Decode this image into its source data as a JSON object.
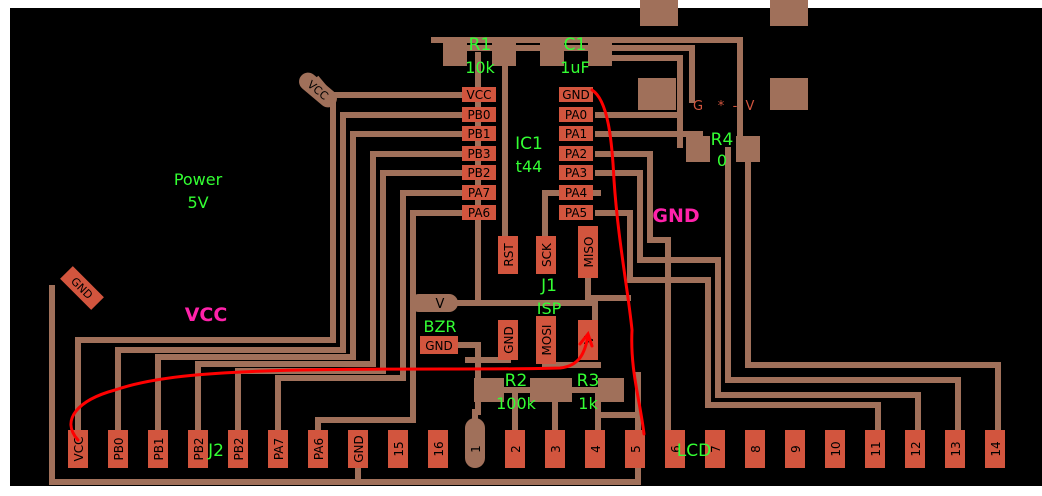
{
  "components": {
    "r1": {
      "ref": "R1",
      "value": "10k"
    },
    "c1": {
      "ref": "C1",
      "value": "1uF"
    },
    "ic1": {
      "ref": "IC1",
      "value": "t44"
    },
    "r4": {
      "ref": "R4",
      "value": "0"
    },
    "j1": {
      "ref": "J1",
      "value": "ISP"
    },
    "r2": {
      "ref": "R2",
      "value": "100k"
    },
    "r3": {
      "ref": "R3",
      "value": "1k"
    },
    "bzr": {
      "ref": "BZR",
      "pin_v": "V",
      "pin_gnd": "GND"
    },
    "j2": {
      "ref": "J2"
    },
    "lcd": {
      "ref": "LCD"
    }
  },
  "ic_pins": {
    "left": [
      "VCC",
      "PB0",
      "PB1",
      "PB3",
      "PB2",
      "PA7",
      "PA6"
    ],
    "right": [
      "GND",
      "PA0",
      "PA1",
      "PA2",
      "PA3",
      "PA4",
      "PA5"
    ]
  },
  "isp_pins": {
    "rst": "RST",
    "sck": "SCK",
    "miso": "MISO",
    "gnd": "GND",
    "mosi": "MOSI",
    "v": "V"
  },
  "power_header": {
    "g": "G",
    "star": "*",
    "dash": "-",
    "v": "V"
  },
  "pads": {
    "vcc": "VCC",
    "gnd": "GND"
  },
  "notes": {
    "power": "Power",
    "power_v": "5V",
    "vcc": "VCC",
    "gnd": "GND"
  },
  "bottom_pins": [
    "VCC",
    "PB0",
    "PB1",
    "PB2",
    "PB2",
    "PA7",
    "PA6",
    "GND",
    "15",
    "16",
    "1",
    "2",
    "3",
    "4",
    "5",
    "6",
    "7",
    "8",
    "9",
    "10",
    "11",
    "12",
    "13",
    "14"
  ],
  "colors": {
    "board": "#000000",
    "copper": "#a0705a",
    "pad": "#d2553e",
    "label_green": "#33ff33",
    "note_magenta": "#ff22aa",
    "wire_red": "#ff0000"
  }
}
